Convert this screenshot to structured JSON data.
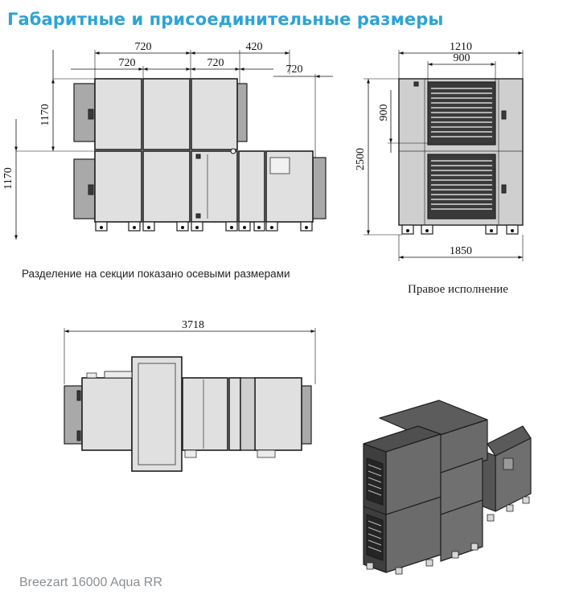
{
  "title": "Габаритные и присоединительные размеры",
  "caption": "Разделение на секции показано осевыми размерами",
  "variant_label": "Правое исполнение",
  "model_name": "Breezart 16000 Aqua RR",
  "front_view": {
    "dim_top_1": "720",
    "dim_top_2": "420",
    "dim_mid_1": "720",
    "dim_mid_2": "720",
    "dim_mid_3": "720",
    "dim_left_upper": "1170",
    "dim_left_lower": "1170"
  },
  "side_view": {
    "dim_top_outer": "1210",
    "dim_top_inner": "900",
    "dim_left_inner": "900",
    "dim_left_outer": "2500",
    "dim_bottom": "1850"
  },
  "top_view": {
    "dim_total": "3718"
  }
}
